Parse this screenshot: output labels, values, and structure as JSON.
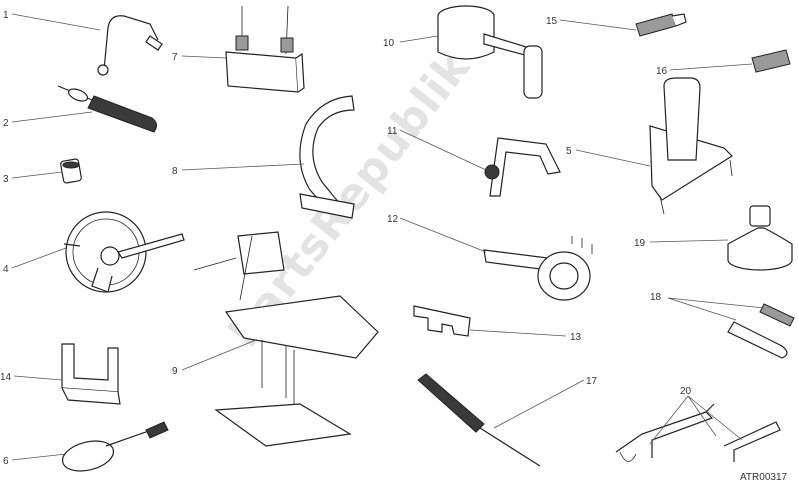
{
  "diagram": {
    "watermark": "PartsRepublik",
    "drawing_code": "ATR00317",
    "callouts": [
      "1",
      "2",
      "3",
      "4",
      "5",
      "6",
      "7",
      "8",
      "9",
      "10",
      "11",
      "12",
      "13",
      "14",
      "15",
      "16",
      "17",
      "18",
      "19",
      "20"
    ]
  }
}
